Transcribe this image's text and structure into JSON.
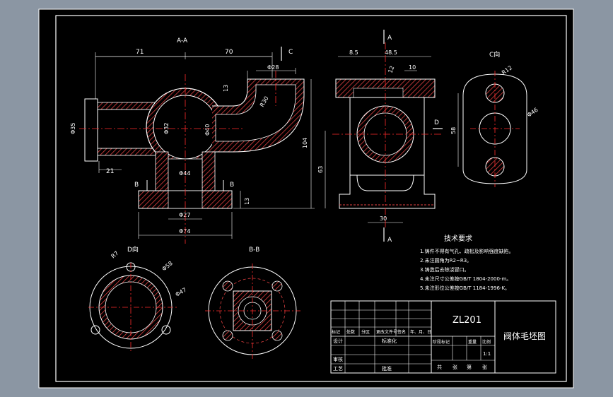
{
  "background_color": "#8b96a3",
  "sheet_color": "#000000",
  "line_color": "#ffffff",
  "center_line_color": "#ff2b2b",
  "section_hatch_color": "#e04040",
  "views": {
    "section_aa": {
      "title": "A-A",
      "dims": {
        "d71": "71",
        "d70": "70",
        "phi28": "Φ28",
        "d13": "13",
        "r30": "R30",
        "phi35": "Φ35",
        "phi32": "Φ32",
        "phi40": "Φ40",
        "d104": "104",
        "d21": "21",
        "phi44": "Φ44",
        "phi27": "Φ27",
        "phi74": "Φ74",
        "d13b": "13"
      },
      "label_b_left": "B",
      "label_b_right": "B",
      "label_c": "C"
    },
    "side_view": {
      "label_a_top": "A",
      "label_a_bottom": "A",
      "label_d": "D",
      "dims": {
        "d8_5": "8.5",
        "d48_5": "48.5",
        "d10": "10",
        "d12": "12",
        "d63": "63",
        "d30": "30"
      }
    },
    "c_view": {
      "title": "C向",
      "dims": {
        "r12": "R12",
        "phi46": "Φ46",
        "d58": "58"
      }
    },
    "d_view": {
      "title": "D向",
      "dims": {
        "r7": "R7",
        "phi58": "Φ58",
        "phi47": "Φ47"
      }
    },
    "section_bb": {
      "title": "B-B"
    }
  },
  "tech_requirements": {
    "title": "技术要求",
    "items": [
      "1.铸件不得有气孔、疏松及影响强度缺陷。",
      "2.未注圆角为R2~R3。",
      "3.铸造后去除浇冒口。",
      "4.未注尺寸公差按GB/T 1804-2000-m。",
      "5.未注形位公差按GB/T 1184-1996-K。"
    ]
  },
  "title_block": {
    "drawing_no": "ZL201",
    "part_name": "阀体毛坯图",
    "header_row": [
      "标记",
      "处数",
      "分区",
      "更改文件号",
      "签名",
      "年、月、日"
    ],
    "design": "设计",
    "standardization": "标准化",
    "stage_headers": [
      "阶段标记",
      "重量",
      "比例"
    ],
    "scale": "1:1",
    "review": "审核",
    "process": "工艺",
    "approve": "批准",
    "sheet_info": [
      "共",
      "张",
      "第",
      "张"
    ]
  }
}
